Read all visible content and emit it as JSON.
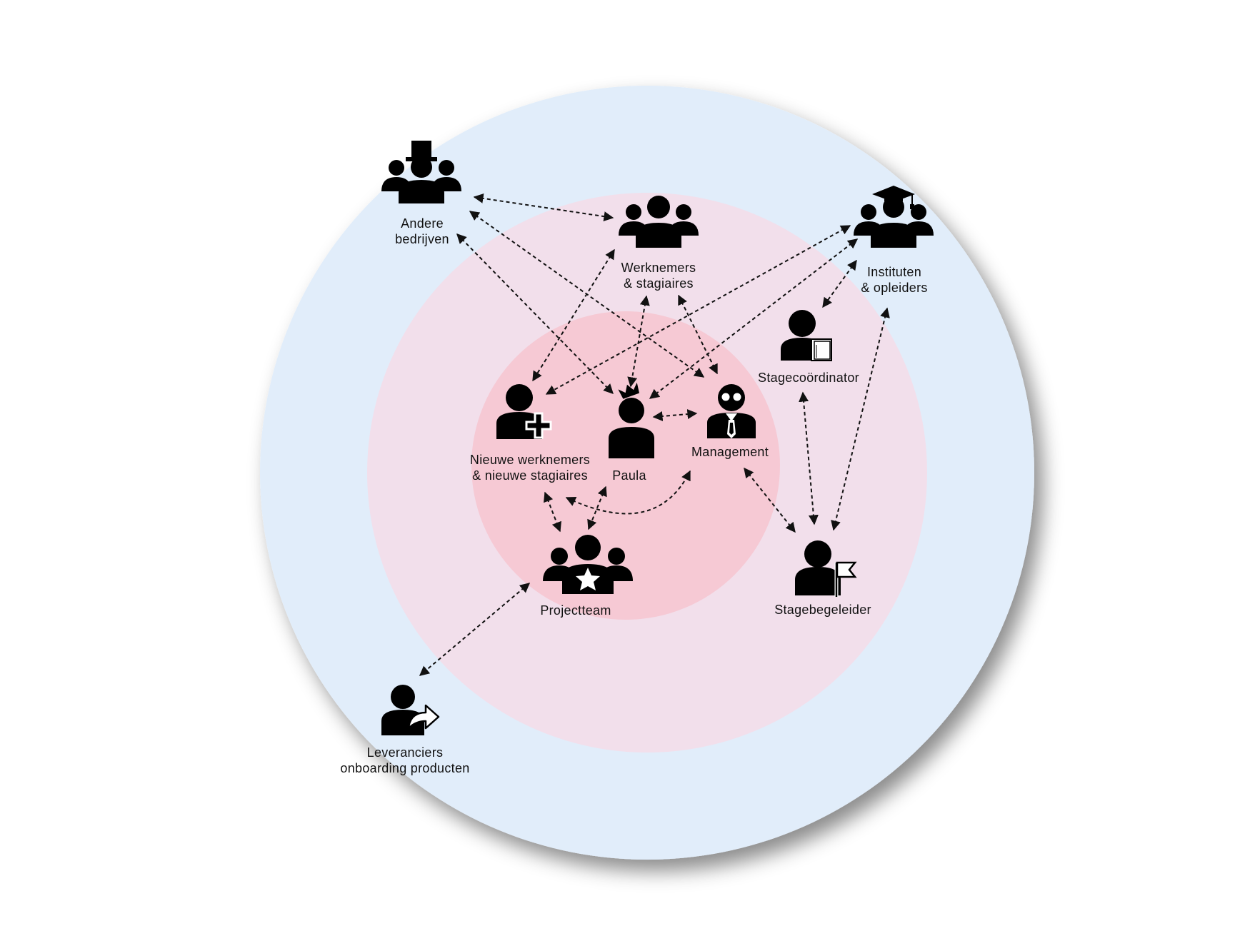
{
  "colors": {
    "outer_ring": "#e1edfa",
    "middle_ring": "#f2dfeb",
    "inner_ring": "#f6c9d4",
    "icon": "#000000",
    "arrow": "#111111",
    "background": "#ffffff"
  },
  "nodes": {
    "andere_bedrijven": {
      "icon": "top-hat-group-icon",
      "line1": "Andere",
      "line2": "bedrijven"
    },
    "werknemers": {
      "icon": "group-icon",
      "line1": "Werknemers",
      "line2": "& stagiaires"
    },
    "instituten": {
      "icon": "graduation-cap-group-icon",
      "line1": "Instituten",
      "line2": "& opleiders"
    },
    "stagecoordinator": {
      "icon": "person-book-icon",
      "line1": "Stagecoördinator"
    },
    "nieuwe": {
      "icon": "person-plus-icon",
      "line1": "Nieuwe werknemers",
      "line2": "& nieuwe stagiaires"
    },
    "paula": {
      "icon": "person-crown-icon",
      "line1": "Paula"
    },
    "management": {
      "icon": "manager-tie-icon",
      "line1": "Management"
    },
    "projectteam": {
      "icon": "star-team-icon",
      "line1": "Projectteam"
    },
    "stagebegeleider": {
      "icon": "person-flag-icon",
      "line1": "Stagebegeleider"
    },
    "leveranciers": {
      "icon": "person-share-arrow-icon",
      "line1": "Leveranciers",
      "line2": "onboarding producten"
    }
  }
}
